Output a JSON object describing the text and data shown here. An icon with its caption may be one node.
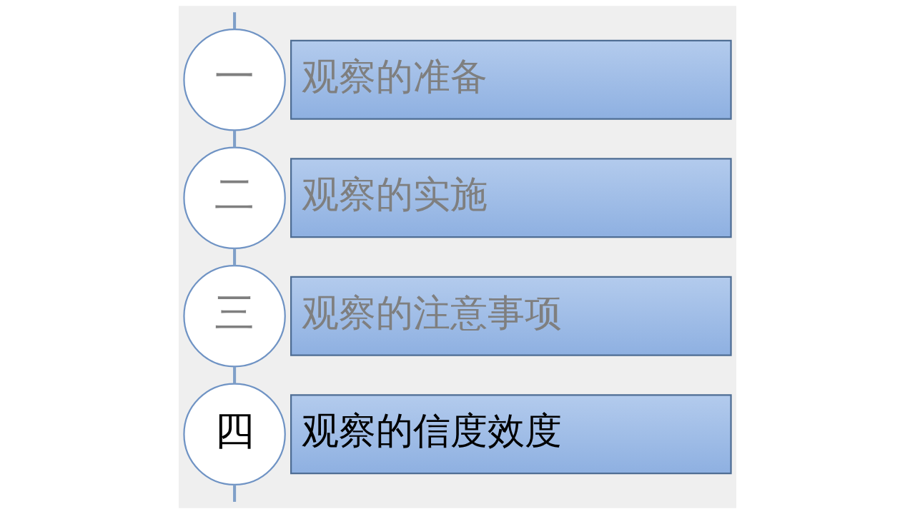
{
  "diagram": {
    "nodes": [
      {
        "text": [
          "一"
        ]
      },
      {
        "text": [
          "观察的准备"
        ]
      },
      {
        "text": [
          "二"
        ]
      },
      {
        "text": [
          "观察的实施"
        ]
      },
      {
        "text": [
          "三"
        ]
      },
      {
        "text": [
          "观察的注意事项"
        ]
      },
      {
        "text": [
          "四"
        ]
      },
      {
        "text": [
          "观察的信度效度"
        ]
      }
    ],
    "edges": [
      {
        "from": null,
        "to": 0,
        "arrow": "none"
      },
      {
        "from": 0,
        "to": 2,
        "arrow": "none"
      },
      {
        "from": 2,
        "to": 4,
        "arrow": "none"
      },
      {
        "from": 4,
        "to": 6,
        "arrow": "none"
      },
      {
        "from": 6,
        "to": null,
        "arrow": "none"
      }
    ]
  }
}
